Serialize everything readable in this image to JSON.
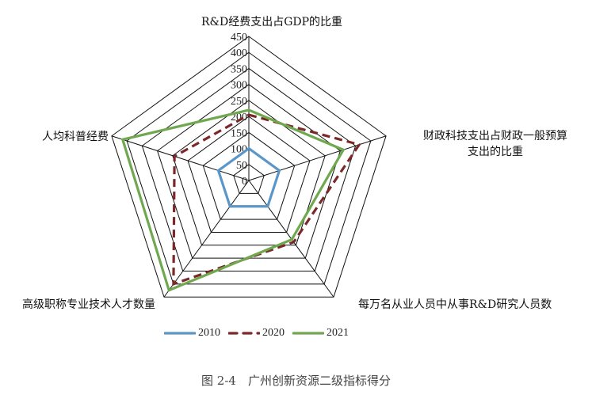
{
  "chart_data": {
    "type": "radar",
    "title": "",
    "caption": "图 2-4　广州创新资源二级指标得分",
    "categories": [
      "R&D经费支出占GDP的比重",
      "财政科技支出占财政一般预算支出的比重",
      "每万名从业人员中从事R&D研究人员数",
      "高级职称专业技术人才数量",
      "人均科普经费"
    ],
    "category_lines": [
      [
        "R&D经费支出占GDP的比重"
      ],
      [
        "财政科技支出占财政一般预算",
        "支出的比重"
      ],
      [
        "每万名从业人员中从事R&D研究人员数"
      ],
      [
        "高级职称专业技术人才数量"
      ],
      [
        "人均科普经费"
      ]
    ],
    "rlim": [
      0,
      450
    ],
    "ticks": [
      0,
      50,
      100,
      150,
      200,
      250,
      300,
      350,
      400,
      450
    ],
    "series": [
      {
        "name": "2010",
        "values": [
          100,
          100,
          100,
          100,
          100
        ],
        "color": "#5b96c8",
        "dash": false
      },
      {
        "name": "2020",
        "values": [
          205,
          362,
          238,
          400,
          244
        ],
        "color": "#7b2828",
        "dash": true
      },
      {
        "name": "2021",
        "values": [
          220,
          310,
          228,
          424,
          414
        ],
        "color": "#70a84f",
        "dash": false
      }
    ],
    "legend_position": "bottom"
  }
}
